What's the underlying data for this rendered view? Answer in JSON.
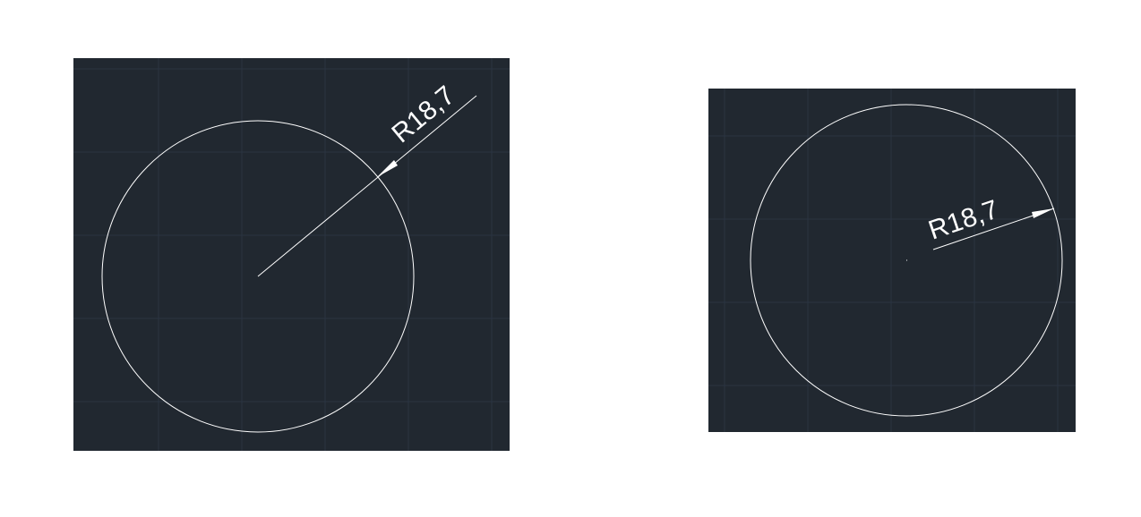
{
  "drawings": [
    {
      "name": "left-drawing",
      "dimension_label": "R18,7",
      "colors": {
        "background": "#212830",
        "grid": "#2b3441",
        "geometry": "#ffffff"
      }
    },
    {
      "name": "right-drawing",
      "dimension_label": "R18,7",
      "colors": {
        "background": "#212830",
        "grid": "#2b3441",
        "geometry": "#ffffff"
      }
    }
  ]
}
